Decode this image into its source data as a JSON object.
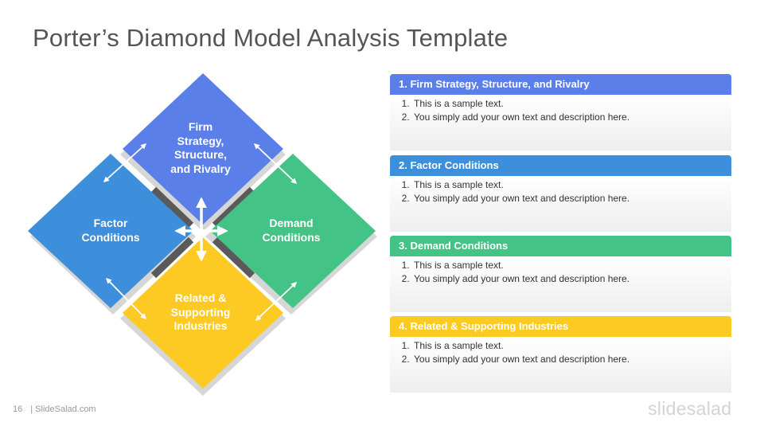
{
  "title": "Porter’s Diamond Model Analysis Template",
  "colors": {
    "blue": "#5B7FE8",
    "lightblue": "#3D8FDB",
    "green": "#44C386",
    "yellow": "#FCCA22"
  },
  "diagram": {
    "top": "Firm Strategy, Structure, and Rivalry",
    "top_lines": [
      "Firm",
      "Strategy,",
      "Structure,",
      "and Rivalry"
    ],
    "left": "Factor Conditions",
    "left_lines": [
      "Factor",
      "Conditions"
    ],
    "right": "Demand Conditions",
    "right_lines": [
      "Demand",
      "Conditions"
    ],
    "bottom": "Related & Supporting Industries",
    "bottom_lines": [
      "Related &",
      "Supporting",
      "Industries"
    ]
  },
  "panels": [
    {
      "heading": "1. Firm Strategy, Structure, and Rivalry",
      "items": [
        "This is a sample text.",
        "You simply add your own text and description here."
      ]
    },
    {
      "heading": "2. Factor Conditions",
      "items": [
        "This is a sample text.",
        "You simply add your own text and description here."
      ]
    },
    {
      "heading": "3. Demand Conditions",
      "items": [
        "This is a sample text.",
        "You simply add your own text and description here."
      ]
    },
    {
      "heading": "4. Related & Supporting Industries",
      "items": [
        "This is a sample text.",
        "You simply add your own text and description here."
      ]
    }
  ],
  "footer": {
    "page_number": "16",
    "site": "| SlideSalad.com",
    "brand": "slidesalad"
  }
}
